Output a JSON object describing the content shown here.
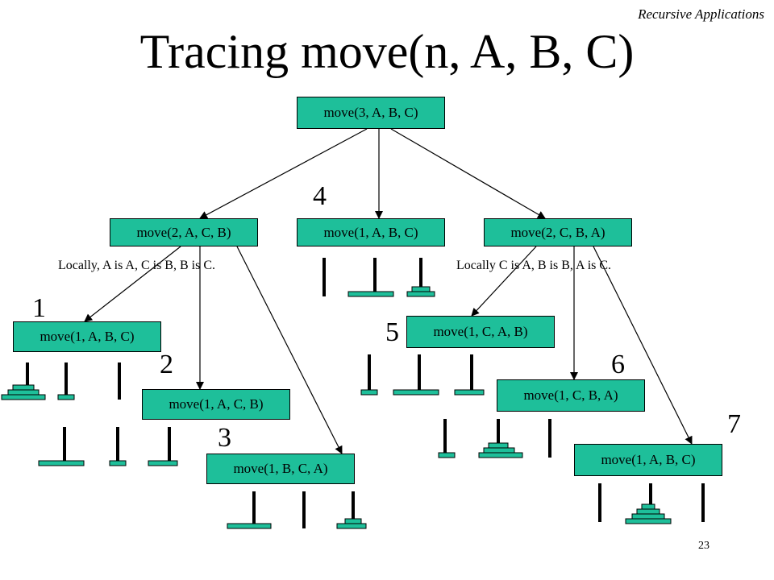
{
  "header": {
    "section": "Recursive Applications"
  },
  "title": "Tracing move(n, A, B, C)",
  "nodes": {
    "root": "move(3, A, B, C)",
    "l1_left": "move(2, A, C, B)",
    "l1_mid": "move(1, A, B, C)",
    "l1_right": "move(2, C, B, A)",
    "l2_a": "move(1, A, B, C)",
    "l2_b": "move(1, A, C, B)",
    "l2_c": "move(1, B, C, A)",
    "l2_d": "move(1, C, A, B)",
    "l2_e": "move(1, C, B, A)",
    "l2_f": "move(1, A, B, C)"
  },
  "notes": {
    "left": "Locally, A is A, C is B, B is C.",
    "right": "Locally C is A, B is B, A is C."
  },
  "steps": [
    "1",
    "2",
    "3",
    "4",
    "5",
    "6",
    "7"
  ],
  "page_number": "23",
  "colors": {
    "node_fill": "#1ebf9a",
    "arrow": "#000000"
  }
}
